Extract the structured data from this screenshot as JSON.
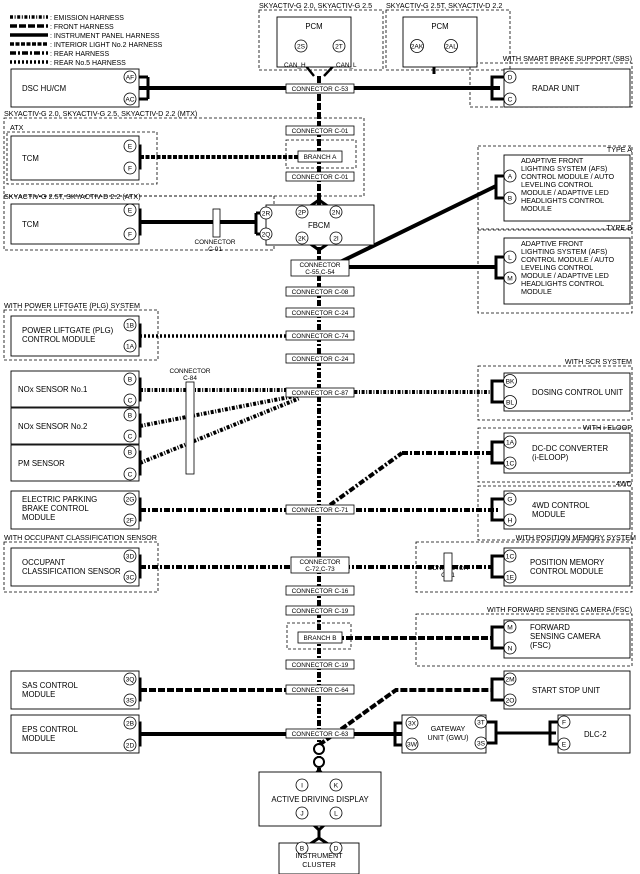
{
  "legend": [
    {
      "label": ": EMISSION HARNESS",
      "style": "emission"
    },
    {
      "label": ": FRONT HARNESS",
      "style": "front"
    },
    {
      "label": ": INSTRUMENT PANEL HARNESS",
      "style": "instrument"
    },
    {
      "label": ": INTERIOR LIGHT No.2 HARNESS",
      "style": "interior"
    },
    {
      "label": ": REAR HARNESS",
      "style": "rear"
    },
    {
      "label": ": REAR No.5 HARNESS",
      "style": "rear5"
    }
  ],
  "group_titles": {
    "pcm1": "SKYACTIV-G 2.0, SKYACTIV-G 2.5",
    "pcm2": "SKYACTIV-G 2.5T, SKYACTIV-D 2.2",
    "sbs": "WITH SMART BRAKE SUPPORT (SBS)",
    "mtx": "SKYACTIV-G 2.0, SKYACTIV-G 2.5, SKYACTIV-D 2.2 (MTX)",
    "atx": "ATX",
    "atx2": "SKYACTIV-G 2.5T, SKYACTIV-D 2.2 (ATX)",
    "type_a": "TYPE A",
    "type_b": "TYPE B",
    "plg": "WITH POWER LIFTGATE (PLG) SYSTEM",
    "scr": "WITH SCR SYSTEM",
    "iloop": "WITH i-ELOOP",
    "awd": "4WD",
    "ocs": "WITH OCCUPANT CLASSIFICATION SENSOR",
    "pmem": "WITH POSITION MEMORY SYSTEM",
    "fsc": "WITH FORWARD SENSING CAMERA (FSC)"
  },
  "modules": {
    "pcm1": "PCM",
    "pcm2": "PCM",
    "dsc": "DSC HU/CM",
    "radar": "RADAR UNIT",
    "tcm1": "TCM",
    "tcm2": "TCM",
    "fbcm": "FBCM",
    "afs_a": [
      "ADAPTIVE FRONT",
      "LIGHTING SYSTEM (AFS)",
      "CONTROL MODULE / AUTO",
      "LEVELING CONTROL",
      "MODULE / ADAPTIVE LED",
      "HEADLIGHTS CONTROL",
      "MODULE"
    ],
    "afs_b": [
      "ADAPTIVE FRONT",
      "LIGHTING SYSTEM (AFS)",
      "CONTROL MODULE / AUTO",
      "LEVELING CONTROL",
      "MODULE / ADAPTIVE LED",
      "HEADLIGHTS CONTROL",
      "MODULE"
    ],
    "plg": [
      "POWER LIFTGATE (PLG)",
      "CONTROL MODULE"
    ],
    "nox1": "NOx SENSOR No.1",
    "nox2": "NOx SENSOR No.2",
    "pm": "PM SENSOR",
    "dosing": "DOSING CONTROL UNIT",
    "dcdc": [
      "DC-DC CONVERTER",
      "(i-ELOOP)"
    ],
    "epb": [
      "ELECTRIC PARKING",
      "BRAKE CONTROL",
      "MODULE"
    ],
    "awd": [
      "4WD CONTROL",
      "MODULE"
    ],
    "ocs": [
      "OCCUPANT",
      "CLASSIFICATION SENSOR"
    ],
    "pmem": [
      "POSITION MEMORY",
      "CONTROL MODULE"
    ],
    "fsc": [
      "FORWARD",
      "SENSING CAMERA",
      "(FSC)"
    ],
    "sas": [
      "SAS CONTROL",
      "MODULE"
    ],
    "ssu": "START STOP UNIT",
    "eps": [
      "EPS CONTROL",
      "MODULE"
    ],
    "gwu": [
      "GATEWAY",
      "UNIT (GWU)"
    ],
    "dlc": "DLC-2",
    "ads": "ACTIVE DRIVING DISPLAY",
    "cluster": [
      "INSTRUMENT",
      "CLUSTER"
    ]
  },
  "pins": {
    "pcm1_a": "2S",
    "pcm1_b": "2T",
    "pcm2_a": "2AK",
    "pcm2_b": "2AL",
    "dsc_a": "AF",
    "dsc_b": "AC",
    "radar_a": "D",
    "radar_b": "C",
    "tcm1_a": "E",
    "tcm1_b": "F",
    "tcm2_a": "E",
    "tcm2_b": "F",
    "fbcm_a": "2P",
    "fbcm_b": "2N",
    "fbcm_c": "2R",
    "fbcm_d": "2Q",
    "fbcm_e": "2K",
    "fbcm_f": "2I",
    "afs_a_a": "A",
    "afs_a_b": "B",
    "afs_b_a": "L",
    "afs_b_b": "M",
    "plg_a": "1B",
    "plg_b": "1A",
    "nox1_a": "B",
    "nox1_b": "C",
    "nox2_a": "B",
    "nox2_b": "C",
    "pm_a": "B",
    "pm_b": "C",
    "dosing_a": "BK",
    "dosing_b": "BL",
    "dcdc_a": "1A",
    "dcdc_b": "1C",
    "epb_a": "2G",
    "epb_b": "2F",
    "awd_a": "G",
    "awd_b": "H",
    "ocs_a": "3D",
    "ocs_b": "3C",
    "pmem_a": "1C",
    "pmem_b": "1E",
    "fsc_a": "M",
    "fsc_b": "N",
    "sas_a": "3Q",
    "sas_b": "3S",
    "ssu_a": "2M",
    "ssu_b": "2O",
    "eps_a": "2B",
    "eps_b": "2D",
    "gwu_a": "3X",
    "gwu_b": "3W",
    "gwu_c": "3T",
    "gwu_d": "3S",
    "dlc_a": "F",
    "dlc_b": "E",
    "ads_a": "I",
    "ads_b": "K",
    "ads_c": "J",
    "ads_d": "L",
    "cluster_a": "B",
    "cluster_b": "D"
  },
  "connectors": {
    "c53": "CONNECTOR C-53",
    "c01a": "CONNECTOR C-01",
    "brancha": "BRANCH A",
    "c01b": "CONNECTOR C-01",
    "c01side": [
      "CONNECTOR",
      "C-01"
    ],
    "c55": [
      "CONNECTOR",
      "C-55,C-54"
    ],
    "c08": "CONNECTOR C-08",
    "c24a": "CONNECTOR C-24",
    "c74": "CONNECTOR C-74",
    "c24b": "CONNECTOR C-24",
    "c84": [
      "CONNECTOR",
      "C-84"
    ],
    "c87": "CONNECTOR C-87",
    "c71": "CONNECTOR C-71",
    "c72": [
      "CONNECTOR",
      "C-72,C-73"
    ],
    "c31": [
      "CONNECTOR",
      "C-31"
    ],
    "c16": "CONNECTOR C-16",
    "c19a": "CONNECTOR C-19",
    "branchb": "BRANCH B",
    "c19b": "CONNECTOR C-19",
    "c64": "CONNECTOR C-64",
    "c63": "CONNECTOR C-63"
  },
  "can_labels": {
    "high": "CAN_H",
    "low": "CAN_L"
  }
}
